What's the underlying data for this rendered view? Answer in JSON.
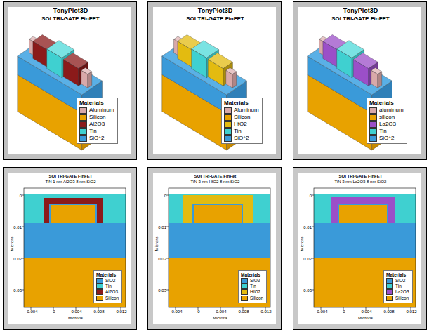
{
  "diagram": {
    "nodes": [
      {
        "text": [
          "TonyPlot3D",
          "SOI TRI-GATE FinFET"
        ]
      },
      {
        "text": [
          "TonyPlot3D",
          "SOI TRI-GATE FinFET"
        ]
      },
      {
        "text": [
          "TonyPlot3D",
          "SOI TRI-GATE FinFET"
        ]
      },
      {
        "text": [
          "SOI TRI-GATE FinFET",
          "TiN 1 nm Al2O3 8 nm SiO2"
        ]
      },
      {
        "text": [
          "SOI TRI-GATE FinFet",
          "TiN 3 nm HfO2 8 nm SiO2"
        ]
      },
      {
        "text": [
          "SOI TRI-GATE FinFET",
          "TiN 3 nm La2O3 8 nm SiO2"
        ]
      }
    ],
    "labels": [
      "Materials",
      "Materials",
      "Materials",
      "Materials",
      "Materials",
      "Materials",
      "Microns",
      "Microns",
      "0",
      "0.01",
      "0.02",
      "0.03",
      "-0.004",
      "0",
      "0.004",
      "0.008",
      "0.012",
      "Microns",
      "Microns",
      "0",
      "0.01",
      "0.02",
      "0.03",
      "-0.004",
      "0",
      "0.004",
      "0.008",
      "0.012",
      "Microns",
      "Microns",
      "0",
      "0.01",
      "0.02",
      "0.03",
      "-0.004",
      "0",
      "0.004",
      "0.008",
      "0.012"
    ],
    "legend": [
      {
        "text": "Aluminum",
        "color": "#d9a9a9"
      },
      {
        "text": "Silicon",
        "color": "#e8a200"
      },
      {
        "text": "Al2O3",
        "color": "#8b1a1a"
      },
      {
        "text": "Tin",
        "color": "#3fd0d0"
      },
      {
        "text": "SiO^2",
        "color": "#3a9ad9"
      },
      {
        "text": "Aluminum",
        "color": "#d9a9a9"
      },
      {
        "text": "Silicon",
        "color": "#e8a200"
      },
      {
        "text": "HfO2",
        "color": "#e3bb10"
      },
      {
        "text": "Tin",
        "color": "#3fd0d0"
      },
      {
        "text": "SiO^2",
        "color": "#3a9ad9"
      },
      {
        "text": "aluminum",
        "color": "#d9a9a9"
      },
      {
        "text": "silicon",
        "color": "#e8a200"
      },
      {
        "text": "La2O3",
        "color": "#9b4fc8"
      },
      {
        "text": "Tin",
        "color": "#3fd0d0"
      },
      {
        "text": "SiO^2",
        "color": "#3a9ad9"
      },
      {
        "text": "SiO2",
        "color": "#3a9ad9"
      },
      {
        "text": "Tin",
        "color": "#3fd0d0"
      },
      {
        "text": "Al2O3",
        "color": "#8b1a1a"
      },
      {
        "text": "Silicon",
        "color": "#e8a200"
      },
      {
        "text": "SiO2",
        "color": "#3a9ad9"
      },
      {
        "text": "Tin",
        "color": "#3fd0d0"
      },
      {
        "text": "HfO2",
        "color": "#e3bb10"
      },
      {
        "text": "Silicon",
        "color": "#e8a200"
      },
      {
        "text": "SiO2",
        "color": "#3a9ad9"
      },
      {
        "text": "Tin",
        "color": "#3fd0d0"
      },
      {
        "text": "La2O3",
        "color": "#9b4fc8"
      },
      {
        "text": "Silicon",
        "color": "#e8a200"
      }
    ]
  }
}
